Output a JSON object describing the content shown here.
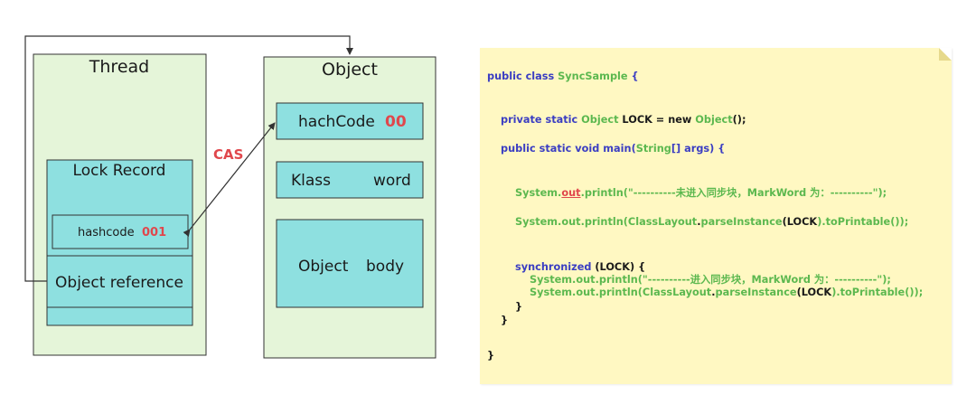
{
  "diagram": {
    "thread": {
      "title": "Thread",
      "lock_record": {
        "title": "Lock   Record",
        "hashcode_label": "hashcode",
        "hashcode_value": "001",
        "object_reference": "Object   reference"
      }
    },
    "object": {
      "title": "Object",
      "hachcode_label": "hachCode",
      "hachcode_value": "00",
      "klass_label": "Klass",
      "word_label": "word",
      "body_label": "Object",
      "body_word": "body"
    },
    "cas_label": "CAS"
  },
  "code": {
    "line1": [
      "public class ",
      "SyncSample",
      " {"
    ],
    "line2": [
      "private static ",
      "Object",
      " LOCK = ",
      "new ",
      "Object",
      "();"
    ],
    "line3": [
      "public static void ",
      "main(",
      "String",
      "[] args) {"
    ],
    "line4": [
      "System.",
      "out",
      ".println(\"----------未进入同步块，MarkWord 为：----------\");"
    ],
    "line5": [
      "System.",
      "out",
      ".println(",
      "ClassLayout",
      ".",
      "parseInstance",
      "(",
      "LOCK",
      ").toPrintable());"
    ],
    "line6": [
      "synchronized ",
      "(LOCK) {"
    ],
    "line7": [
      "System.",
      "out",
      ".println(\"----------进入同步块，MarkWord 为：----------\");"
    ],
    "line8": [
      "System.",
      "out",
      ".println(",
      "ClassLayout",
      ".",
      "parseInstance",
      "(",
      "LOCK",
      ").toPrintable());"
    ],
    "line9": "}",
    "line10": "}",
    "line11": "}"
  },
  "colors": {
    "panel_green": "#e5f5d9",
    "box_cyan": "#8ee0e0",
    "note_yellow": "#fff8c2",
    "keyword_blue": "#3b3ec2",
    "string_green": "#5cb84f",
    "accent_red": "#e0474c"
  }
}
